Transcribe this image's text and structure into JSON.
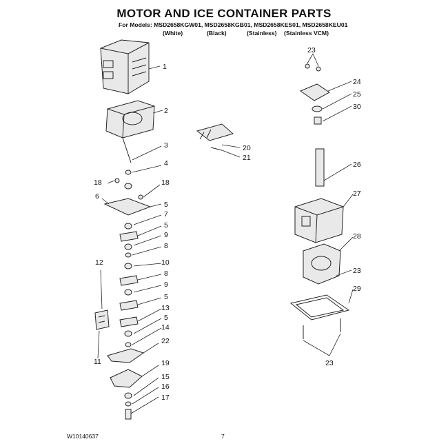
{
  "header": {
    "title": "MOTOR AND ICE CONTAINER PARTS",
    "models": "For Models: MSD2658KGW01, MSD2658KGB01, MSD2658KES01, MSD2658KEU01",
    "variants": [
      "(White)",
      "(Black)",
      "(Stainless)",
      "(Stainless VCM)"
    ]
  },
  "callouts": [
    "1",
    "2",
    "3",
    "4",
    "18",
    "18",
    "6",
    "5",
    "7",
    "5",
    "9",
    "8",
    "12",
    "10",
    "8",
    "9",
    "5",
    "13",
    "5",
    "14",
    "22",
    "11",
    "19",
    "15",
    "16",
    "17",
    "20",
    "21",
    "23",
    "24",
    "25",
    "30",
    "26",
    "27",
    "28",
    "23",
    "29",
    "23"
  ],
  "footer": {
    "doc_number": "W10140637",
    "page_number": "7"
  }
}
